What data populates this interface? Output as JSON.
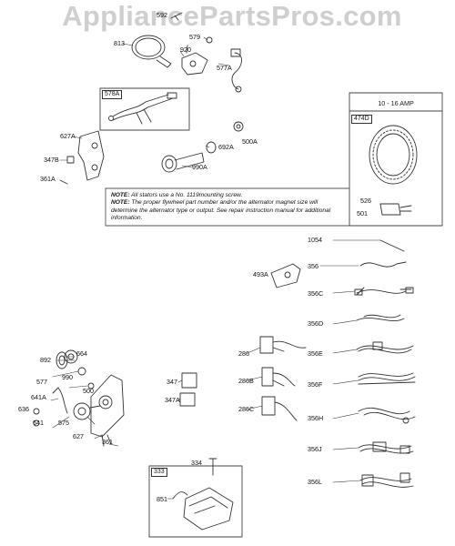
{
  "watermark": "AppliancePartsPros.com",
  "amp_label": "10 - 16 AMP",
  "notes": [
    {
      "label": "NOTE:",
      "text": "All stators use a No. 1119mounting screw."
    },
    {
      "label": "NOTE:",
      "text": "The proper flywheel part number and/or the alternator magnet size will determine the alternator type or output. See repair instruction manual for additional information."
    }
  ],
  "boxed_tags": {
    "t578A": "578A",
    "t474D": "474D",
    "t333": "333"
  },
  "parts": {
    "p592": "592",
    "p579": "579",
    "p813": "813",
    "p920": "920",
    "p577A": "577A",
    "p627A": "627A",
    "p347B": "347B",
    "p361A": "361A",
    "p692A": "692A",
    "p500A": "500A",
    "p990A": "990A",
    "p526": "526",
    "p501": "501",
    "p1054": "1054",
    "p356": "356",
    "p356C": "356C",
    "p356D": "356D",
    "p356E": "356E",
    "p356F": "356F",
    "p356H": "356H",
    "p356J": "356J",
    "p356L": "356L",
    "p493A": "493A",
    "p286": "286",
    "p286B": "286B",
    "p286C": "286C",
    "p347": "347",
    "p347A": "347A",
    "p892": "892",
    "p664": "664",
    "p577": "577",
    "p990": "990",
    "p500": "500",
    "p641A": "641A",
    "p636": "636",
    "p641": "641",
    "p575": "575",
    "p627": "627",
    "p361": "361",
    "p334": "334",
    "p851": "851"
  }
}
